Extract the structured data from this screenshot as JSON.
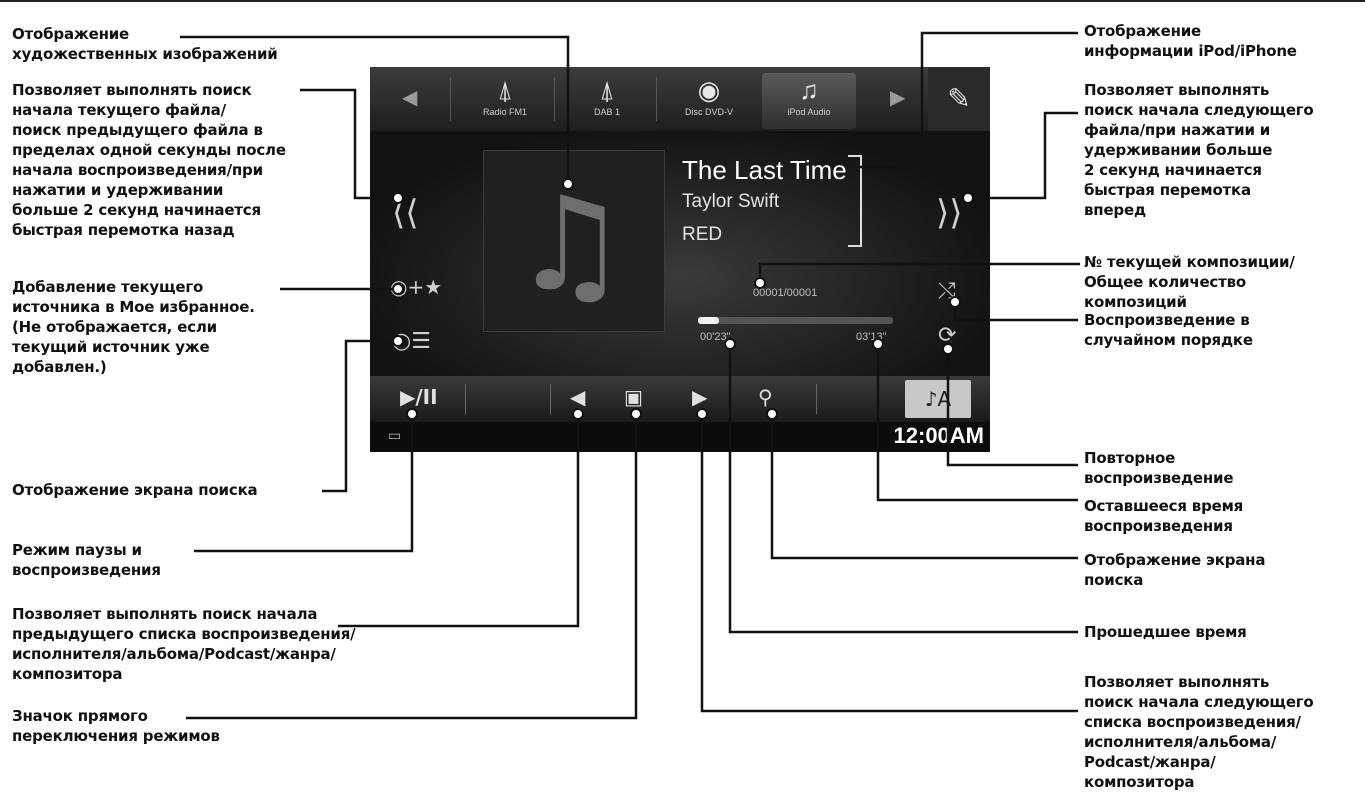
{
  "device": {
    "tabs": [
      "Radio FM1",
      "DAB 1",
      "Disc DVD-V",
      "iPod Audio"
    ],
    "track": {
      "title": "The Last Time",
      "artist": "Taylor Swift",
      "album": "RED"
    },
    "track_counter": "00001/00001",
    "elapsed": "00'23\"",
    "remaining": "03'13\"",
    "progress_fraction": 0.11,
    "clock": "12:00AM",
    "play_pause_label": "▶/II"
  },
  "labels": {
    "artwork": "Отображение\nхудожественных изображений",
    "prev_file": "Позволяет выполнять поиск\nначала текущего файла/\nпоиск предыдущего файла в\nпределах одной секунды после\nначала воспроизведения/при\nнажатии и удерживании\nбольше 2 секунд начинается\nбыстрая перемотка назад",
    "favorites": "Добавление текущего\nисточника в Мое избранное.\n(Не отображается, если\nтекущий источник уже\nдобавлен.)",
    "search_screen_left": "Отображение экрана поиска",
    "pause_play": "Режим паузы и\nвоспроизведения",
    "prev_list": "Позволяет выполнять поиск начала\nпредыдущего списка воспроизведения/\nисполнителя/альбома/Podcast/жанра/\nкомпозитора",
    "direct_mode": "Значок прямого\nпереключения режимов",
    "ipod_info": "Отображение\nинформации iPod/iPhone",
    "next_file": "Позволяет выполнять\nпоиск начала следующего\nфайла/при нажатии и\nудерживании больше\n2 секунд начинается\nбыстрая перемотка\nвперед",
    "track_number": "№ текущей композиции/\nОбщее количество\nкомпозиций",
    "shuffle": "Воспроизведение в\nслучайном порядке",
    "repeat": "Повторное\nвоспроизведение",
    "remaining_time": "Оставшееся время\nвоспроизведения",
    "search_screen_right": "Отображение экрана\nпоиска",
    "elapsed_time": "Прошедшее время",
    "next_list": "Позволяет выполнять\nпоиск начала следующего\nсписка воспроизведения/\nисполнителя/альбома/\nPodcast/жанра/\nкомпозитора"
  }
}
